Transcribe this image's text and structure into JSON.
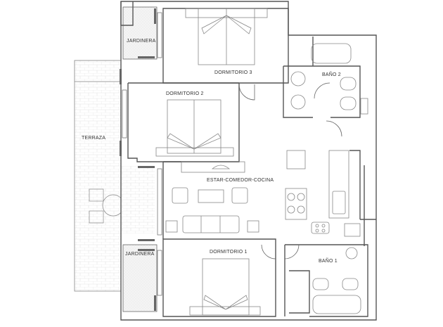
{
  "plan": {
    "type": "floor-plan",
    "rooms": [
      {
        "id": "dormitorio-3",
        "label": "DORMITORIO 3"
      },
      {
        "id": "dormitorio-2",
        "label": "DORMITORIO 2"
      },
      {
        "id": "dormitorio-1",
        "label": "DORMITORIO 1"
      },
      {
        "id": "bano-2",
        "label": "BAÑO 2"
      },
      {
        "id": "bano-1",
        "label": "BAÑO 1"
      },
      {
        "id": "estar-comedor-cocina",
        "label": "ESTAR-COMEDOR-COCINA"
      },
      {
        "id": "terraza",
        "label": "TERRAZA"
      },
      {
        "id": "jardinera-top",
        "label": "JARDINERA"
      },
      {
        "id": "jardinera-bottom",
        "label": "JARDINERA"
      }
    ],
    "colors": {
      "wall": "#555555",
      "furniture": "#888888",
      "window": "#666666",
      "planter": "#f2f2f2",
      "tile": "#e6e6e6"
    }
  }
}
